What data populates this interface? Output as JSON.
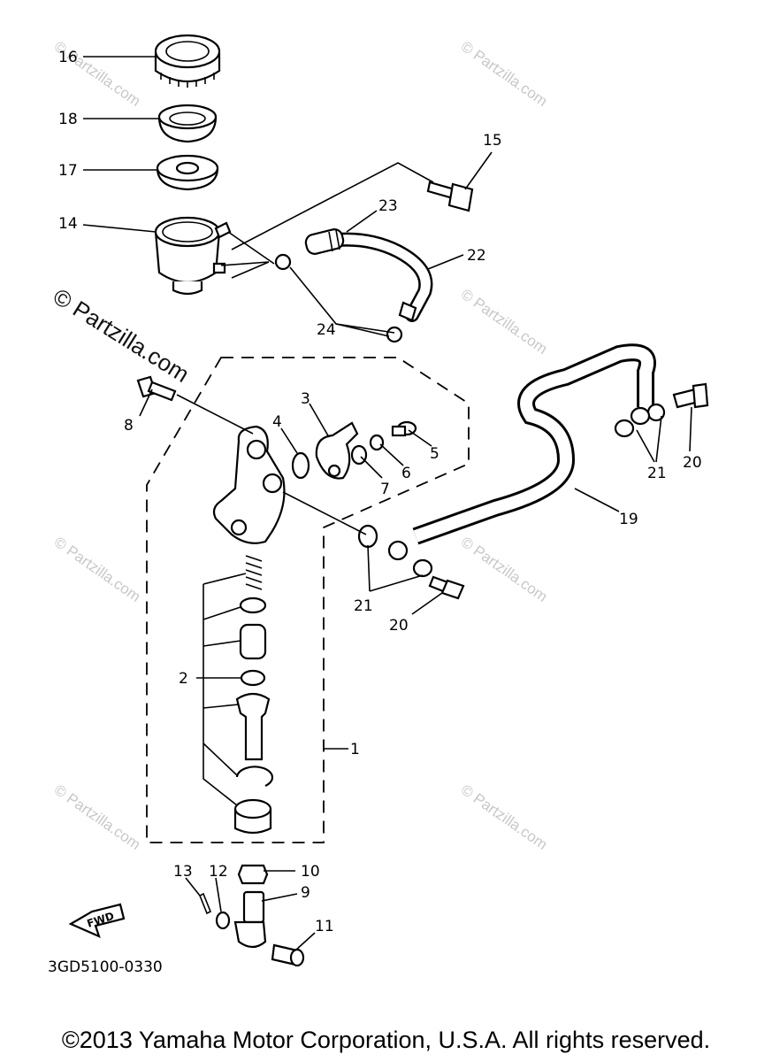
{
  "diagram": {
    "callouts": [
      "16",
      "18",
      "17",
      "14",
      "15",
      "23",
      "22",
      "24",
      "8",
      "3",
      "4",
      "5",
      "6",
      "7",
      "19",
      "21",
      "20",
      "2",
      "1",
      "21",
      "20",
      "13",
      "12",
      "10",
      "9",
      "11"
    ],
    "catalog_code": "3GD5100-0330",
    "fwd_label": "FWD"
  },
  "watermark": {
    "small": "© Partzilla.com",
    "large": "© Partzilla.com"
  },
  "footer": {
    "copyright": "©2013  Yamaha Motor Corporation, U.S.A. All rights reserved."
  }
}
